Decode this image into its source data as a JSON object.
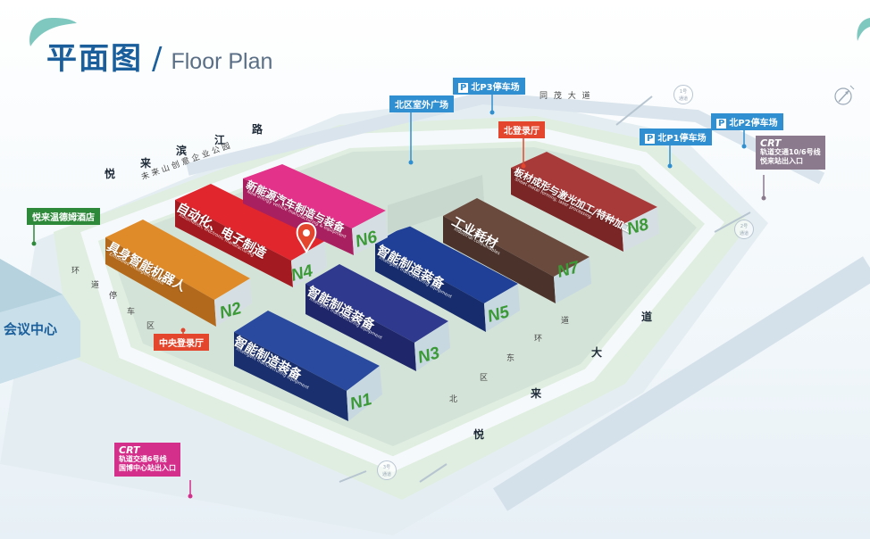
{
  "title": {
    "cn": "平面图",
    "sep": "/",
    "en": "Floor Plan"
  },
  "parking": {
    "p3": "北P3停车场",
    "p1": "北P1停车场",
    "p2": "北P2停车场",
    "p_icon": "P"
  },
  "labels": {
    "north_square": "北区室外广场",
    "north_hall": "北登录厅",
    "central_hall": "中央登录厅",
    "hotel": "悦来温德姆酒店",
    "convention": "会议中心"
  },
  "roads": {
    "binjiang": [
      "悦",
      "来",
      "滨",
      "江",
      "路"
    ],
    "weilai": "未来山创意企业公园",
    "tongmao": "同 茂 大 道",
    "yuelai_ave": [
      "悦",
      "来",
      "大",
      "道"
    ],
    "ring_north": [
      "环",
      "道",
      "停",
      "车",
      "区"
    ],
    "ring_east": [
      "北",
      "区",
      "东",
      "环",
      "道"
    ]
  },
  "gates": {
    "g1": [
      "1号",
      "通道"
    ],
    "g2": [
      "2号",
      "通道"
    ],
    "g3": [
      "3号",
      "通道"
    ]
  },
  "metro": {
    "m1": [
      "轨道交通10/6号线",
      "悦来站出入口"
    ],
    "m2": [
      "轨道交通6号线",
      "国博中心站出入口"
    ],
    "logo": "CRT"
  },
  "halls": [
    {
      "code": "N1",
      "name": "智能制造装备",
      "sub": "Intelligent manufacturing equipment",
      "color": "#2a4aa0"
    },
    {
      "code": "N2",
      "name": "具身智能机器人",
      "sub": "Embodied intelligent robots",
      "color": "#e08b2a"
    },
    {
      "code": "N3",
      "name": "智能制造装备",
      "sub": "Intelligent manufacturing equipment",
      "color": "#2f3a8e"
    },
    {
      "code": "N4",
      "name": "自动化、电子制造",
      "sub": "Automation, electronic manufacturing",
      "color": "#e1262e"
    },
    {
      "code": "N5",
      "name": "智能制造装备",
      "sub": "Intelligent manufacturing equipment",
      "color": "#203f96"
    },
    {
      "code": "N6",
      "name": "新能源汽车制造与装备",
      "sub": "New energy vehicle manufacturing & equipment",
      "color": "#e2328a"
    },
    {
      "code": "N7",
      "name": "工业耗材",
      "sub": "Industrial consumables",
      "color": "#6b4a3e"
    },
    {
      "code": "N8",
      "name": "板材成形与激光加工/特种加工",
      "sub": "Sheet metal forming, laser processing",
      "color": "#a83a3a"
    }
  ],
  "colors": {
    "accent": "#1a5f9c",
    "marker": "#e4462d",
    "code": "#3b9a36"
  }
}
